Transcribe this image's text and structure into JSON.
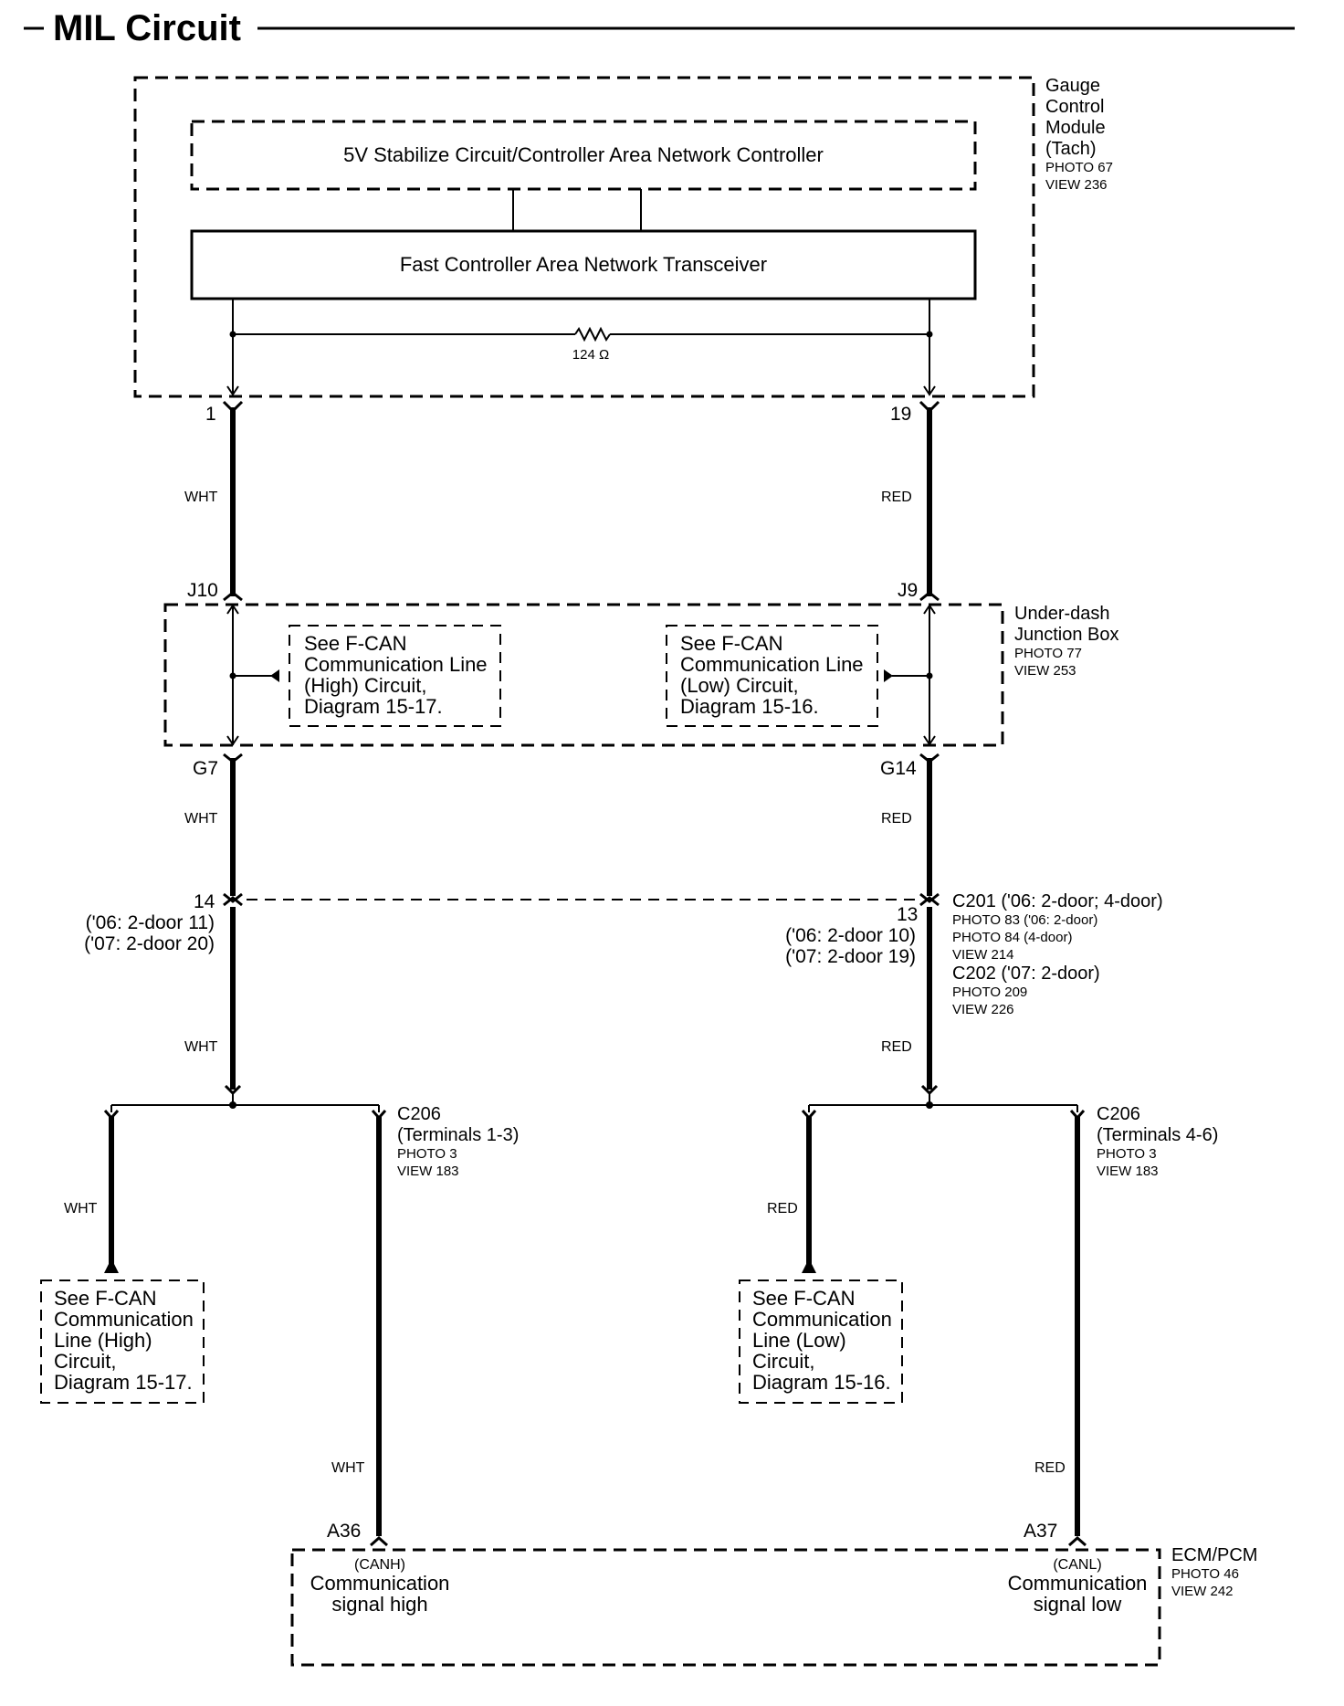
{
  "title": "MIL Circuit",
  "gauge_module": {
    "lines": [
      "Gauge",
      "Control",
      "Module",
      "(Tach)"
    ],
    "photo": "PHOTO 67",
    "view": "VIEW 236",
    "controller_label": "5V Stabilize Circuit/Controller Area Network Controller",
    "transceiver_label": "Fast Controller Area Network Transceiver",
    "resistor_label": "124 Ω",
    "pin_left": "1",
    "pin_right": "19"
  },
  "wires": {
    "left_color": "WHT",
    "right_color": "RED"
  },
  "junction_box": {
    "lines": [
      "Under-dash",
      "Junction Box"
    ],
    "photo": "PHOTO 77",
    "view": "VIEW 253",
    "pin_top_left": "J10",
    "pin_top_right": "J9",
    "pin_bottom_left": "G7",
    "pin_bottom_right": "G14",
    "note_left": [
      "See F-CAN",
      "Communication Line",
      "(High) Circuit,",
      "Diagram 15-17."
    ],
    "note_right": [
      "See F-CAN",
      "Communication Line",
      "(Low) Circuit,",
      "Diagram 15-16."
    ]
  },
  "c201": {
    "pin_left": "14",
    "pin_left_alt": [
      "('06: 2-door 11)",
      "('07: 2-door 20)"
    ],
    "pin_right": "13",
    "pin_right_alt": [
      "('06: 2-door 10)",
      "('07: 2-door 19)"
    ],
    "label": "C201 ('06: 2-door; 4-door)",
    "photo_a": "PHOTO 83 ('06: 2-door)",
    "photo_b": "PHOTO 84 (4-door)",
    "view": "VIEW 214",
    "c202_label": "C202 ('07: 2-door)",
    "c202_photo": "PHOTO 209",
    "c202_view": "VIEW 226"
  },
  "c206_left": {
    "label": "C206",
    "terminals": "(Terminals 1-3)",
    "photo": "PHOTO 3",
    "view": "VIEW 183"
  },
  "c206_right": {
    "label": "C206",
    "terminals": "(Terminals 4-6)",
    "photo": "PHOTO 3",
    "view": "VIEW 183"
  },
  "branch_note_left": [
    "See F-CAN",
    "Communication",
    "Line (High)",
    "Circuit,",
    "Diagram 15-17."
  ],
  "branch_note_right": [
    "See F-CAN",
    "Communication",
    "Line (Low)",
    "Circuit,",
    "Diagram 15-16."
  ],
  "ecm": {
    "lines": [
      "ECM/PCM"
    ],
    "photo": "PHOTO 46",
    "view": "VIEW 242",
    "pin_left": "A36",
    "pin_right": "A37",
    "left_tag": "(CANH)",
    "left_label": [
      "Communication",
      "signal high"
    ],
    "right_tag": "(CANL)",
    "right_label": [
      "Communication",
      "signal low"
    ]
  }
}
